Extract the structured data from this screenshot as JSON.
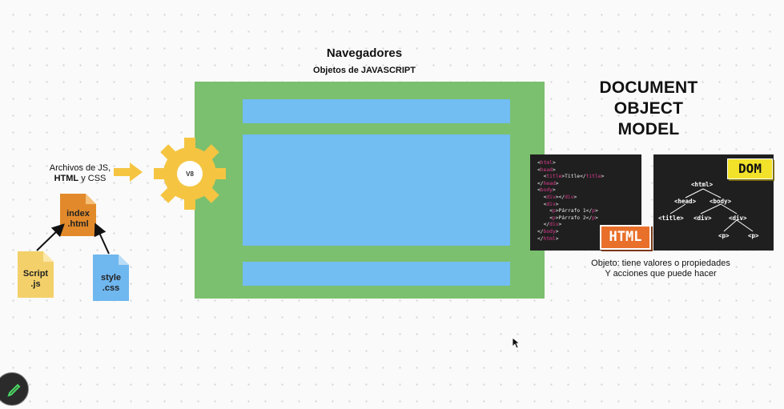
{
  "header": {
    "title": "Navegadores",
    "subtitle": "Objetos de JAVASCRIPT"
  },
  "dom_heading": [
    "DOCUMENT",
    "OBJECT",
    "MODEL"
  ],
  "engine": {
    "label": "V8",
    "color": "#f5c542"
  },
  "files": {
    "label_line1": "Archivos de JS,",
    "label_line2_bold": "HTML",
    "label_line2_rest": " y CSS",
    "index": {
      "line1": "index",
      "line2": ".html",
      "color": "#e28a2b"
    },
    "script": {
      "line1": "Script",
      "line2": ".js",
      "color": "#f3d06a"
    },
    "style": {
      "line1": "style",
      "line2": ".css",
      "color": "#6fb7ef"
    }
  },
  "html_code": {
    "lines": [
      "<html>",
      "<head>",
      "  <title>Title</title>",
      "</head>",
      "<body>",
      "  <div></div>",
      "  <div>",
      "    <p>Párrafo 1</p>",
      "    <p>Párrafo 2</p>",
      "  </div>",
      "</body>",
      "</html>"
    ],
    "badge": "HTML"
  },
  "dom_tree": {
    "badge": "DOM",
    "nodes": {
      "html": "<html>",
      "head": "<head>",
      "body": "<body>",
      "title": "<title>",
      "div1": "<div>",
      "div2": "<div>",
      "p1": "<p>",
      "p2": "<p>"
    }
  },
  "caption": {
    "line1": "Objeto: tiene valores o propiedades",
    "line2": "Y acciones que puede hacer"
  },
  "colors": {
    "browser_green": "#7bc06e",
    "pane_blue": "#72bdf2",
    "arrow_yellow": "#f5c542"
  },
  "icons": {
    "edit": "pencil-icon",
    "cursor": "mouse-pointer-icon"
  }
}
